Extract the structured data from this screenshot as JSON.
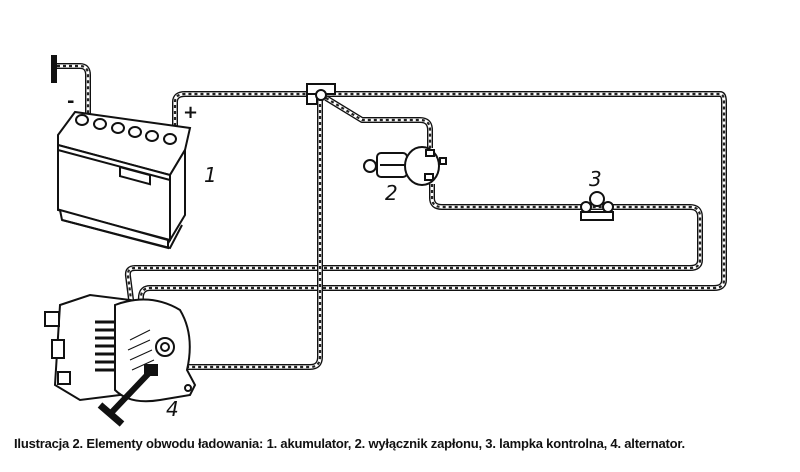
{
  "diagram": {
    "labels": {
      "battery": "1",
      "ignition_switch": "2",
      "warning_lamp": "3",
      "alternator": "4",
      "negative": "-",
      "positive": "+"
    }
  },
  "caption": "Ilustracja 2. Elementy obwodu ładowania: 1. akumulator, 2. wyłącznik zapłonu, 3. lampka kontrolna, 4. alternator."
}
